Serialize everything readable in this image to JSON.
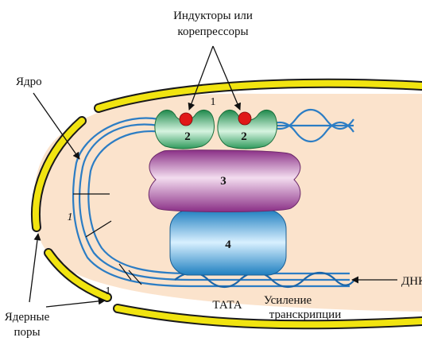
{
  "labels": {
    "inductors_line1": "Индукторы или",
    "inductors_line2": "корепрессоры",
    "nucleus": "Ядро",
    "nuclear_pores_line1": "Ядерные",
    "nuclear_pores_line2": "поры",
    "dna": "ДНК",
    "tata": "ТАТА",
    "enhancement_line1": "Усиление",
    "enhancement_line2": "транскрипции"
  },
  "numbers": {
    "site_top": "1",
    "site_left": "1",
    "site_bottom": "1",
    "receptor_left": "2",
    "receptor_right": "2",
    "complex_3": "3",
    "complex_4": "4"
  },
  "colors": {
    "nucleus_fill": "#fbe3cc",
    "envelope": "#f1e410",
    "envelope_edge": "#1a1a1a",
    "dna_strand": "#2c7dc4",
    "receptor": "#3aa66b",
    "ligand": "#e01818",
    "complex_3": "#a6479c",
    "complex_4": "#2f9bd6"
  }
}
